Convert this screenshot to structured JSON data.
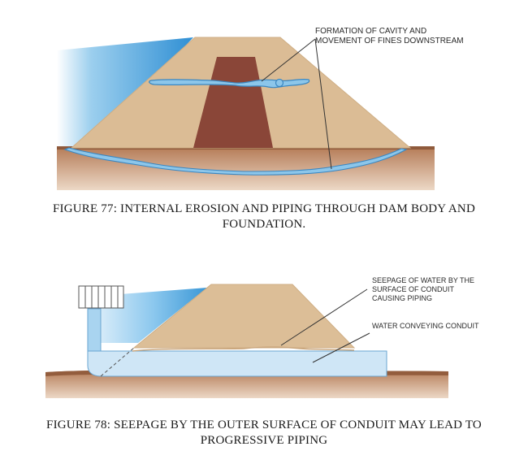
{
  "figure77": {
    "annotation": [
      "FORMATION OF CAVITY AND",
      "MOVEMENT OF FINES DOWNSTREAM"
    ],
    "caption": [
      "FIGURE 77: INTERNAL EROSION AND PIPING THROUGH DAM BODY AND",
      "FOUNDATION."
    ]
  },
  "figure78": {
    "annotation_seepage": [
      "SEEPAGE OF WATER BY THE",
      "SURFACE OF CONDUIT",
      "CAUSING PIPING"
    ],
    "annotation_conduit": "WATER CONVEYING CONDUIT",
    "caption": [
      "FIGURE 78: SEEPAGE BY THE OUTER SURFACE OF CONDUIT MAY LEAD TO",
      "PROGRESSIVE PIPING"
    ]
  },
  "colors": {
    "water": "#3a9ad8",
    "water_light": "#cfe8f8",
    "embankment": "#dcbb93",
    "core": "#8a4638",
    "foundation": "#c08d6a",
    "pipe": "#7fbde6",
    "conduit": "#cfe6f6"
  }
}
